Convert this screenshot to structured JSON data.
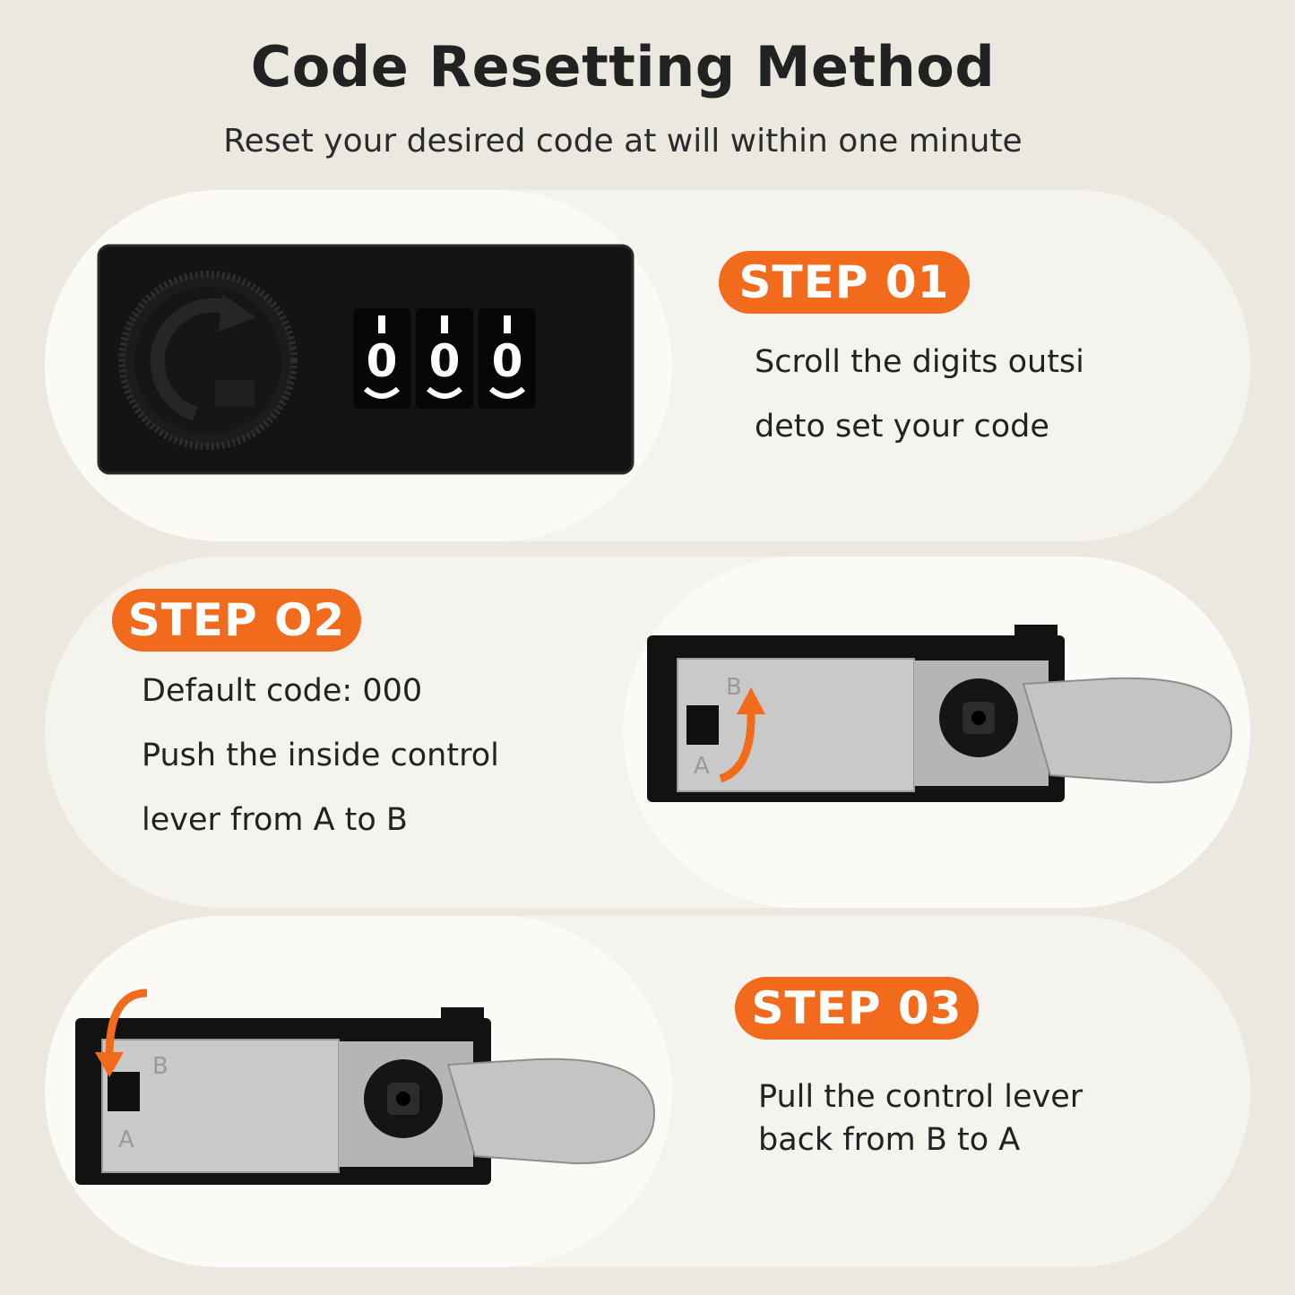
{
  "header": {
    "title": "Code Resetting Method",
    "subtitle": "Reset your desired code at will within one minute"
  },
  "steps": [
    {
      "badge": "STEP 01",
      "lines": [
        "Scroll the digits outsi",
        "deto set your code"
      ],
      "dial_digits": [
        "0",
        "0",
        "0"
      ]
    },
    {
      "badge": "STEP O2",
      "lines": [
        "Default code: 000",
        "Push the inside control",
        "lever from A to B"
      ],
      "plate_label_a": "A",
      "plate_label_b": "B"
    },
    {
      "badge": "STEP 03",
      "lines": [
        "Pull the control lever",
        "back from B to A"
      ],
      "plate_label_a": "A",
      "plate_label_b": "B"
    }
  ],
  "colors": {
    "accent": "#f26a1b",
    "background": "#ebe8df",
    "lock_body": "#141414",
    "steel": "#c9c9c9"
  }
}
